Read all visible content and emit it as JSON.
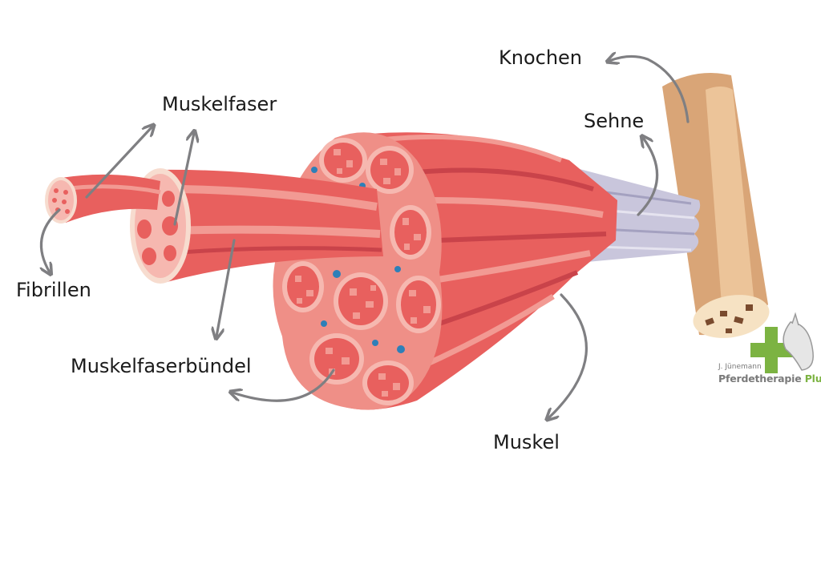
{
  "labels": {
    "knochen": "Knochen",
    "muskelfaser": "Muskelfaser",
    "sehne": "Sehne",
    "fibrillen": "Fibrillen",
    "muskelfaserbuendel": "Muskelfaserbündel",
    "muskel": "Muskel"
  },
  "logo": {
    "maker": "J. Jünemann",
    "name": "Pferdetherapie",
    "suffix": "Plus",
    "icon": "green-cross-horse-head"
  },
  "colors": {
    "muscle": "#e8605e",
    "muscle_light": "#f29a93",
    "muscle_dark": "#c9434a",
    "fiber_section": "#f6b8b0",
    "tendon": "#c9c6dc",
    "bone": "#d9a577",
    "bone_light": "#ecc499",
    "arrow": "#7f7f82",
    "blood_vessel": "#2e7fb8",
    "logo_green": "#7cb342",
    "logo_text": "#7a7a7a"
  }
}
